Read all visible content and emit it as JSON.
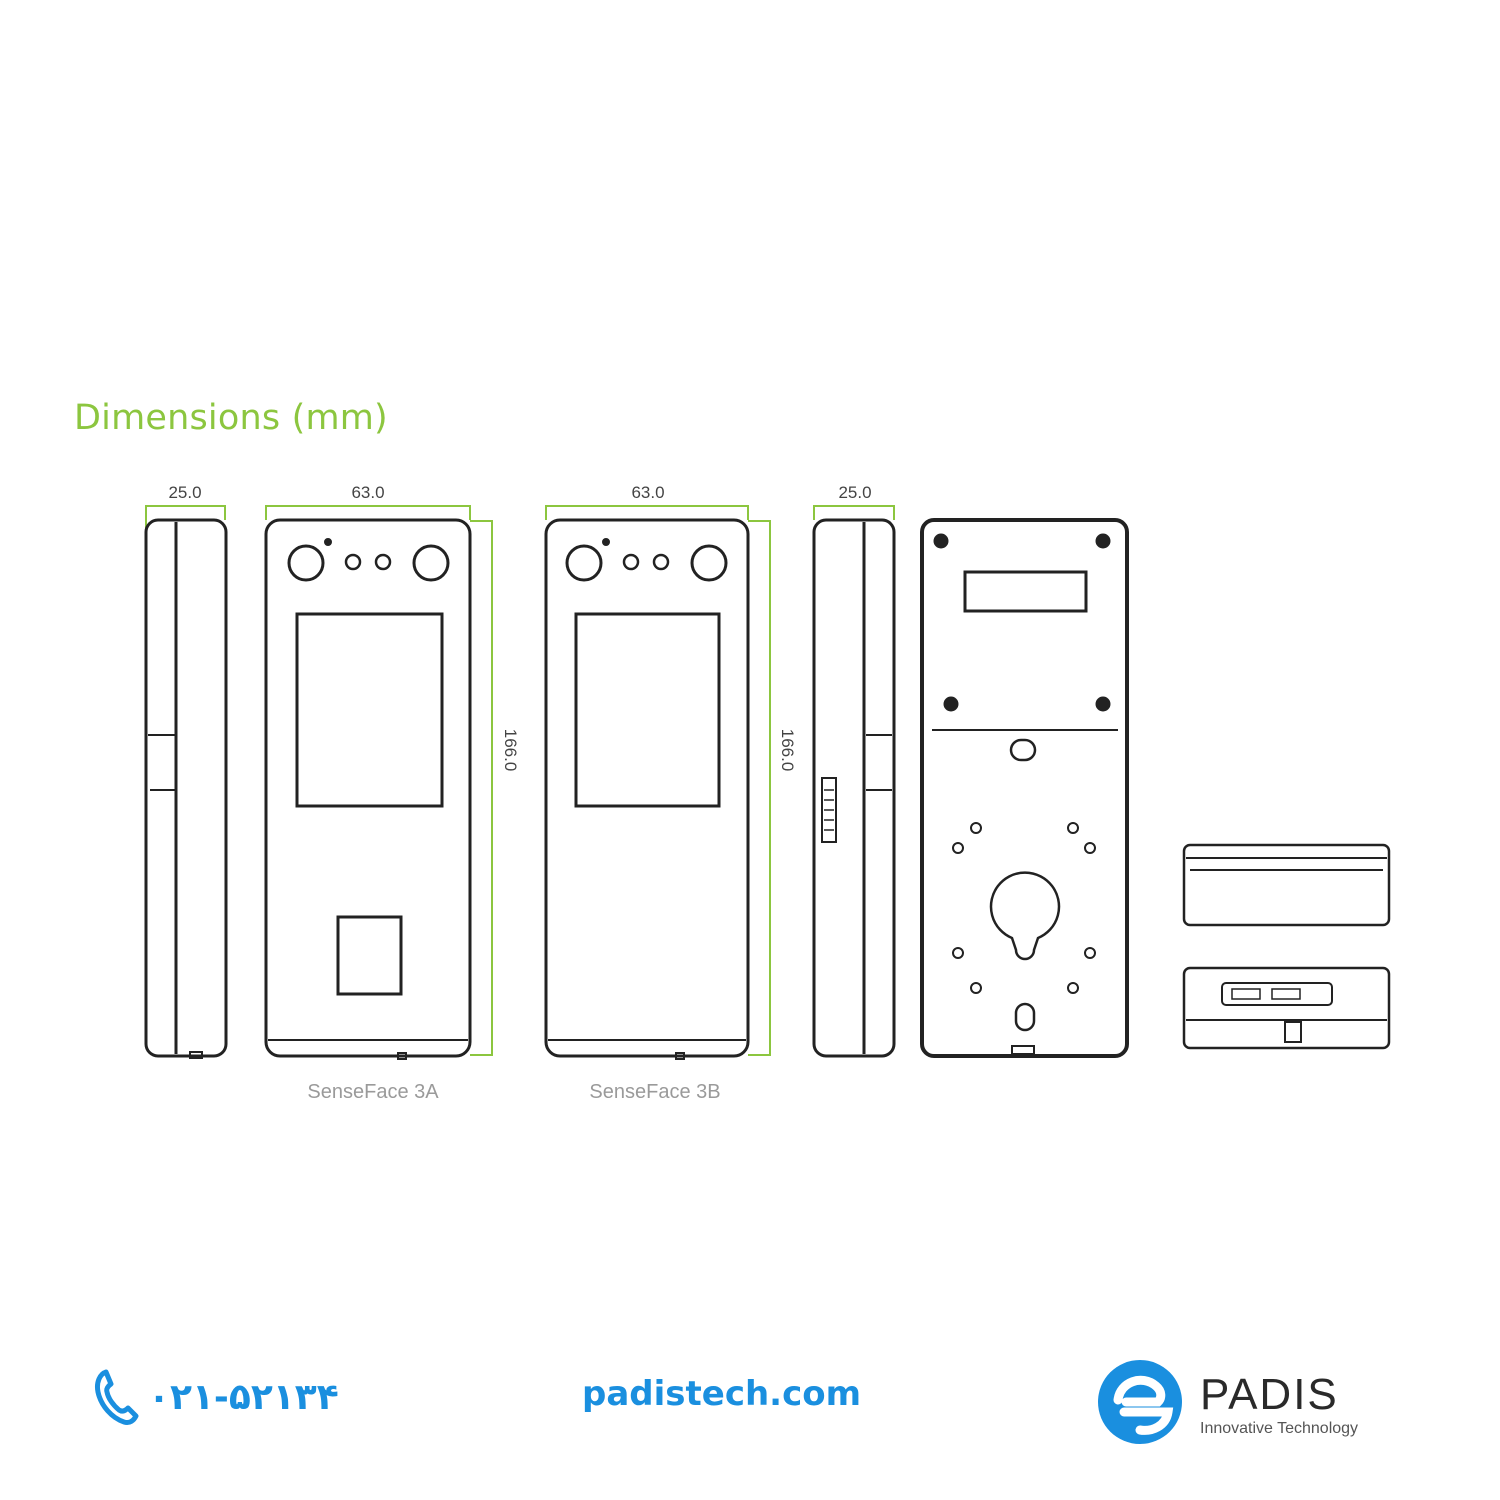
{
  "title": "Dimensions (mm)",
  "dimensions": {
    "side_depth": "25.0",
    "front_width": "63.0",
    "front_height": "166.0"
  },
  "captions": {
    "model_a": "SenseFace 3A",
    "model_b": "SenseFace 3B"
  },
  "footer": {
    "phone": "۰۲۱-۵۲۱۳۴",
    "website": "padistech.com",
    "brand_name": "PADIS",
    "brand_tagline": "Innovative Technology"
  },
  "colors": {
    "dimension_lines": "#8cc63f",
    "drawing_lines": "#222222",
    "brand_blue": "#1a8fdf"
  },
  "icons": {
    "phone": "phone-icon",
    "logo": "padis-logo-icon"
  }
}
